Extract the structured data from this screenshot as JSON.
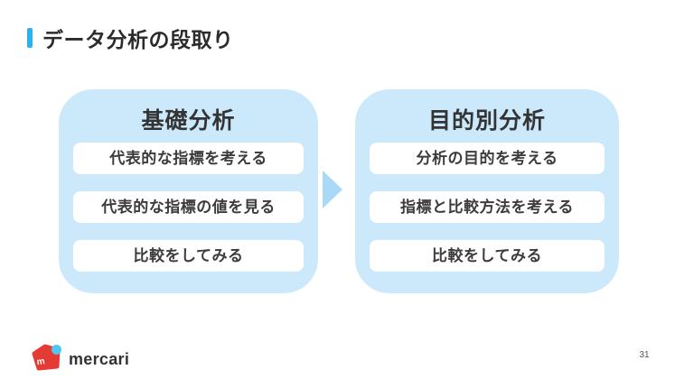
{
  "slide": {
    "title": "データ分析の段取り",
    "page_number": "31"
  },
  "flow": {
    "left_box": {
      "header": "基礎分析",
      "items": [
        "代表的な指標を考える",
        "代表的な指標の値を見る",
        "比較をしてみる"
      ]
    },
    "right_box": {
      "header": "目的別分析",
      "items": [
        "分析の目的を考える",
        "指標と比較方法を考える",
        "比較をしてみる"
      ]
    }
  },
  "footer": {
    "logo_text": "mercari",
    "logo_mark_letter": "m"
  },
  "colors": {
    "accent_cyan": "#29b3ec",
    "box_fill": "#cce9fb",
    "arrow_blue": "#a9d9f7",
    "item_bg": "#ffffff",
    "text_dark": "#343434",
    "logo_red": "#e63b34",
    "logo_dot_blue": "#4ec8f3",
    "page_number_gray": "#555555"
  }
}
